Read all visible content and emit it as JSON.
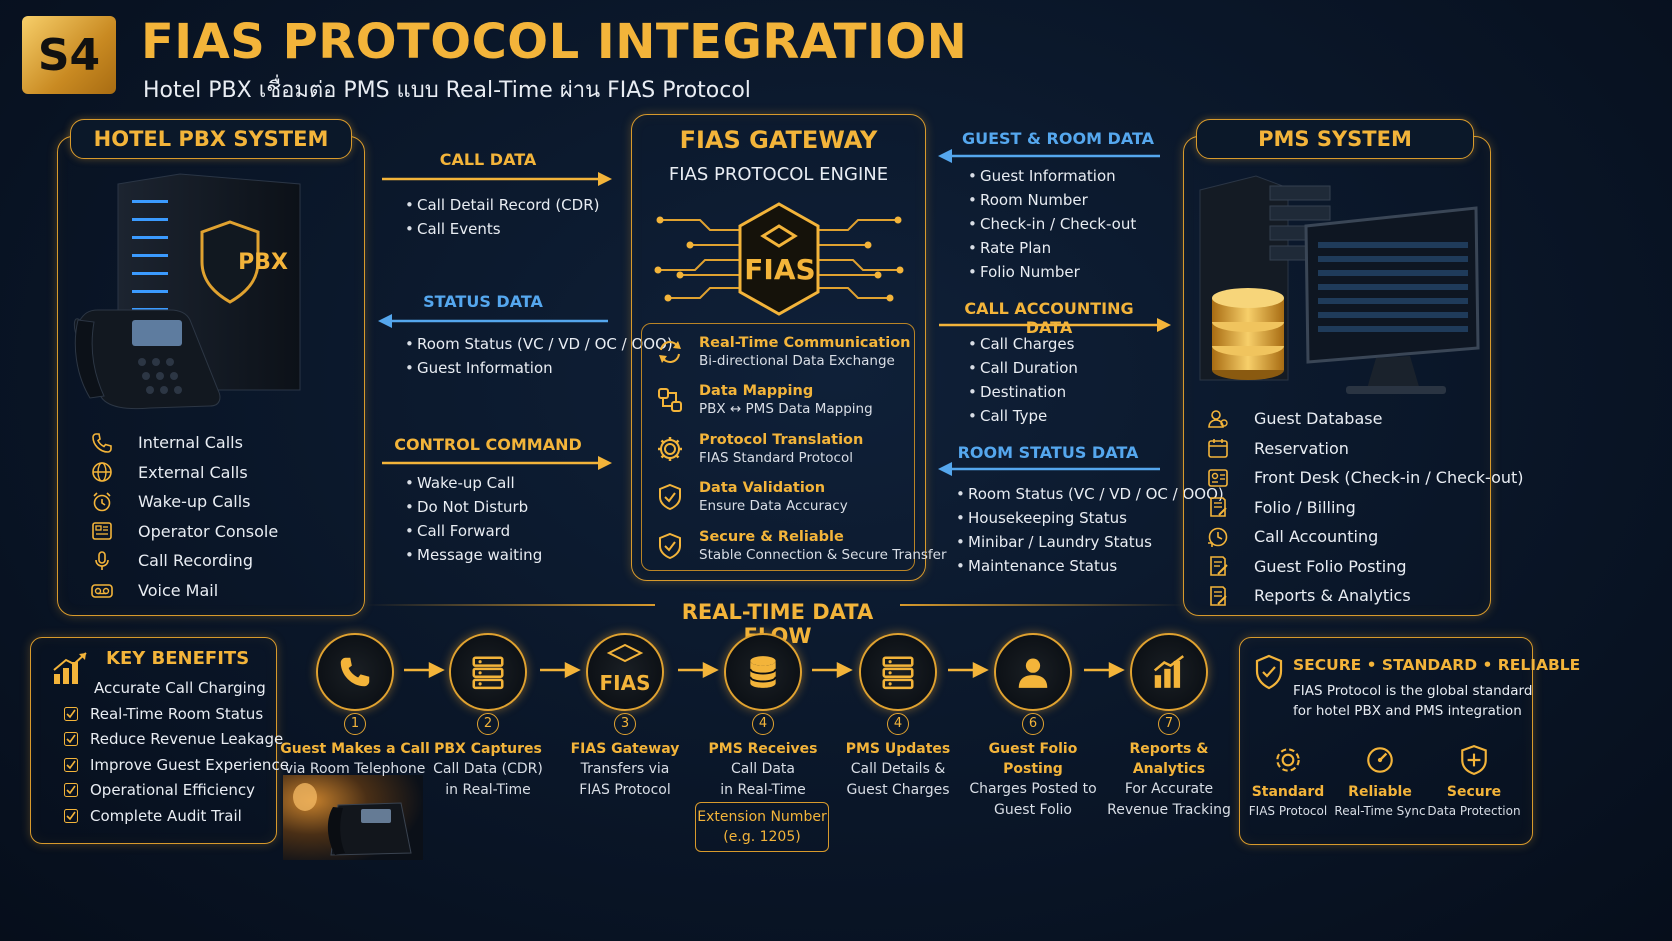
{
  "header": {
    "badge": "S4",
    "title": "FIAS PROTOCOL INTEGRATION",
    "subtitle": "Hotel PBX เชื่อมต่อ PMS แบบ Real-Time ผ่าน FIAS Protocol"
  },
  "pbx": {
    "title": "HOTEL PBX SYSTEM",
    "device_label": "PBX",
    "features": [
      "Internal Calls",
      "External Calls",
      "Wake-up Calls",
      "Operator Console",
      "Call Recording",
      "Voice Mail"
    ]
  },
  "left_flows": {
    "call_data": {
      "label": "CALL DATA",
      "items": [
        "Call Detail Record (CDR)",
        "Call Events"
      ]
    },
    "status_data": {
      "label": "STATUS DATA",
      "items": [
        "Room Status (VC / VD / OC / OOO)",
        "Guest Information"
      ]
    },
    "control_command": {
      "label": "CONTROL COMMAND",
      "items": [
        "Wake-up Call",
        "Do Not Disturb",
        "Call Forward",
        "Message waiting"
      ]
    }
  },
  "gateway": {
    "title": "FIAS GATEWAY",
    "subtitle": "FIAS PROTOCOL ENGINE",
    "logo_text": "FIAS",
    "features": [
      {
        "title": "Real-Time Communication",
        "desc": "Bi-directional Data Exchange"
      },
      {
        "title": "Data Mapping",
        "desc": "PBX ↔ PMS Data Mapping"
      },
      {
        "title": "Protocol Translation",
        "desc": "FIAS Standard Protocol"
      },
      {
        "title": "Data Validation",
        "desc": "Ensure Data Accuracy"
      },
      {
        "title": "Secure & Reliable",
        "desc": "Stable Connection & Secure Transfer"
      }
    ]
  },
  "right_flows": {
    "guest_room": {
      "label": "GUEST & ROOM DATA",
      "items": [
        "Guest Information",
        "Room Number",
        "Check-in / Check-out",
        "Rate Plan",
        "Folio Number"
      ]
    },
    "call_accounting": {
      "label": "CALL ACCOUNTING DATA",
      "items": [
        "Call Charges",
        "Call Duration",
        "Destination",
        "Call Type"
      ]
    },
    "room_status": {
      "label": "ROOM STATUS DATA",
      "items": [
        "Room Status (VC / VD / OC / OOO)",
        "Housekeeping Status",
        "Minibar / Laundry Status",
        "Maintenance Status"
      ]
    }
  },
  "pms": {
    "title": "PMS SYSTEM",
    "features": [
      "Guest Database",
      "Reservation",
      "Front Desk (Check-in / Check-out)",
      "Folio / Billing",
      "Call Accounting",
      "Guest Folio Posting",
      "Reports & Analytics"
    ]
  },
  "flow": {
    "title": "REAL-TIME DATA FLOW",
    "steps": [
      {
        "num": "1",
        "title": "Guest Makes a Call",
        "line1": "via Room Telephone",
        "line2": ""
      },
      {
        "num": "2",
        "title": "PBX Captures",
        "line1": "Call Data (CDR)",
        "line2": "in Real-Time"
      },
      {
        "num": "3",
        "title": "FIAS Gateway",
        "line1": "Transfers via",
        "line2": "FIAS Protocol"
      },
      {
        "num": "4",
        "title": "PMS Receives",
        "line1": "Call Data",
        "line2": "in Real-Time"
      },
      {
        "num": "4",
        "title": "PMS Updates",
        "line1": "Call Details &",
        "line2": "Guest Charges"
      },
      {
        "num": "6",
        "title": "Guest Folio Posting",
        "line1": "Charges Posted to",
        "line2": "Guest Folio"
      },
      {
        "num": "7",
        "title": "Reports & Analytics",
        "line1": "For Accurate",
        "line2": "Revenue Tracking"
      }
    ],
    "note_line1": "Extension Number",
    "note_line2": "(e.g. 1205)"
  },
  "benefits": {
    "title": "KEY BENEFITS",
    "intro": "Accurate Call Charging",
    "items": [
      "Real-Time Room Status",
      "Reduce Revenue Leakage",
      "Improve Guest Experience",
      "Operational Efficiency",
      "Complete Audit Trail"
    ]
  },
  "secure": {
    "title": "SECURE • STANDARD • RELIABLE",
    "desc1": "FIAS Protocol is the global standard",
    "desc2": "for hotel PBX and PMS integration",
    "items": [
      {
        "title": "Standard",
        "desc": "FIAS Protocol"
      },
      {
        "title": "Reliable",
        "desc": "Real-Time Sync"
      },
      {
        "title": "Secure",
        "desc": "Data Protection"
      }
    ]
  },
  "colors": {
    "gold": "#f3b43a",
    "blue": "#55a7ee",
    "background": "#0a1628"
  }
}
